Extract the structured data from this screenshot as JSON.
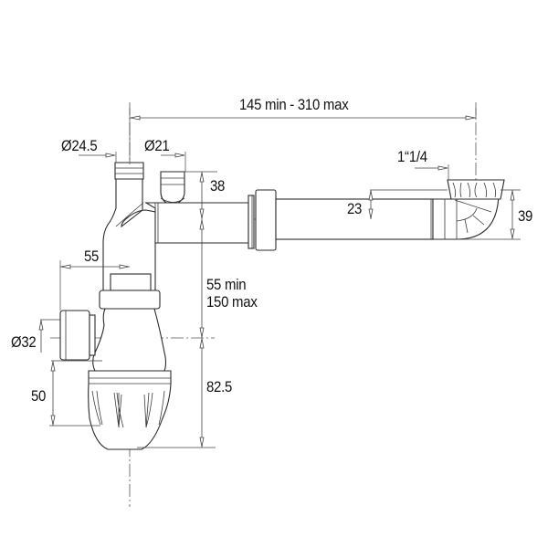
{
  "drawing": {
    "subject": "bottle trap siphon with extension tube and elbow",
    "colors": {
      "line": "#2b2b2b",
      "background": "#ffffff"
    },
    "dimensions": {
      "overall_length": "145 min - 310 max",
      "inlet_left_diameter": "Ø24.5",
      "inlet_right_diameter": "Ø21",
      "inlet_height": "38",
      "horizontal_offset": "55",
      "vertical_range_line1": "55 min",
      "vertical_range_line2": "150 max",
      "outlet_diameter": "Ø32",
      "outlet_height": "50",
      "trap_height": "82.5",
      "elbow_thread": "1“1/4",
      "elbow_offset": "23",
      "elbow_height": "39"
    }
  }
}
